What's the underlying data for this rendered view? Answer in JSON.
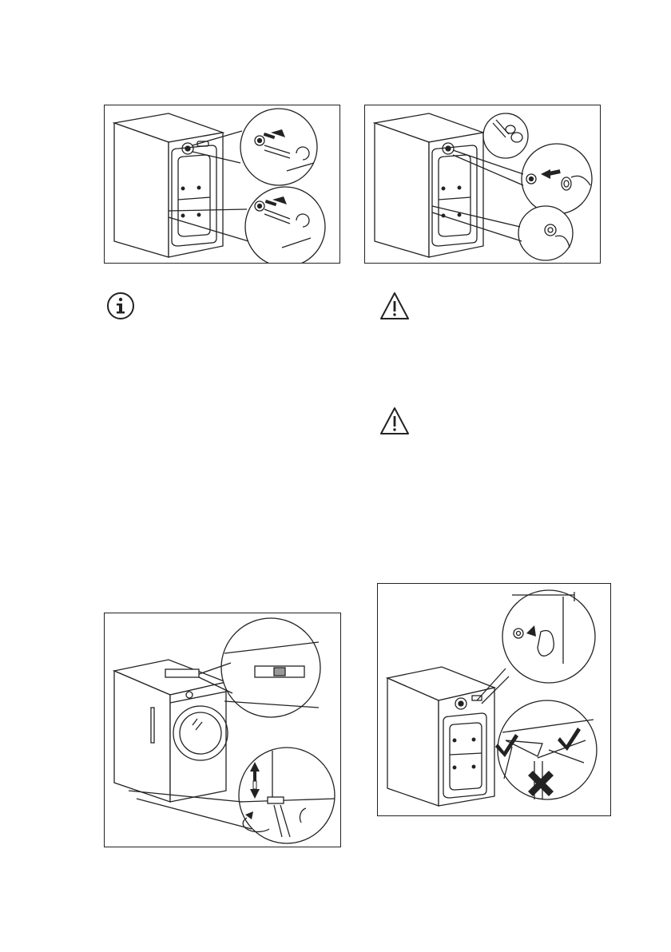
{
  "figures": [
    {
      "id": "fig1",
      "name": "remove-transit-bolts-figure"
    },
    {
      "id": "fig2",
      "name": "insert-plastic-caps-figure"
    },
    {
      "id": "fig3",
      "name": "level-appliance-figure"
    },
    {
      "id": "fig4",
      "name": "inlet-hose-orientation-figure"
    }
  ],
  "icons": {
    "info": "info-icon",
    "warning": "warning-icon"
  },
  "colors": {
    "line": "#222222",
    "background": "#ffffff"
  },
  "footer": {
    "partial_text": ""
  }
}
